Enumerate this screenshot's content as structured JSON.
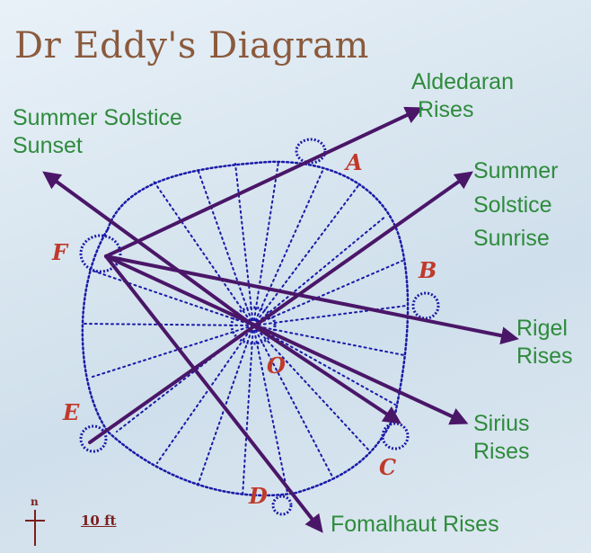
{
  "title": "Dr Eddy's Diagram",
  "labels": {
    "aldebaran": "Aldedaran\n Rises",
    "summer_sunset": "Summer Solstice\nSunset",
    "summer_sunrise": "Summer\nSolstice\nSunrise",
    "rigel": "Rigel\nRises",
    "sirius": "Sirius\nRises",
    "fomalhaut": "Fomalhaut Rises"
  },
  "points": {
    "A": "A",
    "B": "B",
    "C": "C",
    "D": "D",
    "E": "E",
    "F": "F",
    "O": "O"
  },
  "scale": "10 ft",
  "north": "n",
  "colors": {
    "arrow": "#5a1f7a",
    "wheel": "#1a1aa8",
    "label_green": "#2e8b3c",
    "letter_red": "#c0392b",
    "title_brown": "#8b5a3c"
  }
}
